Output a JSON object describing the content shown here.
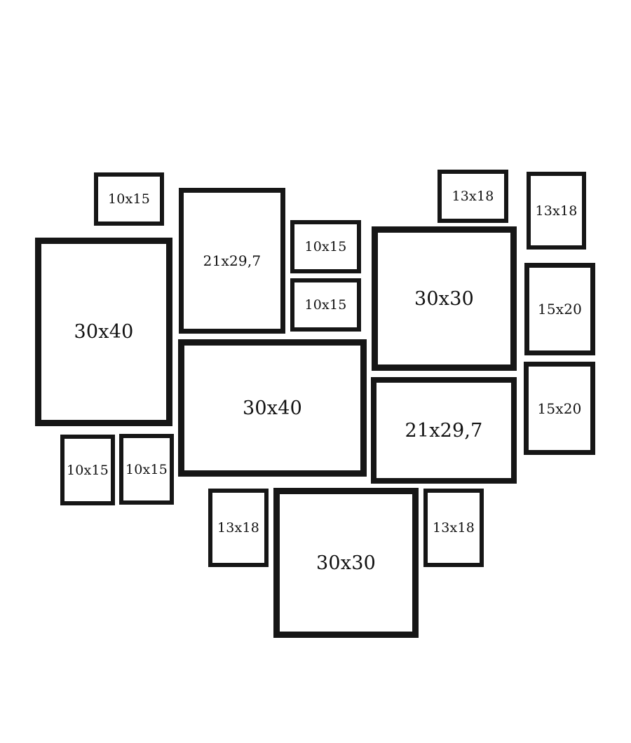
{
  "colors": {
    "frame": "#161616",
    "background": "#ffffff",
    "text": "#111111"
  },
  "frames": [
    {
      "label": "10x15"
    },
    {
      "label": "21x29,7"
    },
    {
      "label": "10x15"
    },
    {
      "label": "10x15"
    },
    {
      "label": "13x18"
    },
    {
      "label": "13x18"
    },
    {
      "label": "30x40"
    },
    {
      "label": "30x30"
    },
    {
      "label": "15x20"
    },
    {
      "label": "30x40"
    },
    {
      "label": "21x29,7"
    },
    {
      "label": "15x20"
    },
    {
      "label": "10x15"
    },
    {
      "label": "10x15"
    },
    {
      "label": "13x18"
    },
    {
      "label": "30x30"
    },
    {
      "label": "13x18"
    }
  ]
}
